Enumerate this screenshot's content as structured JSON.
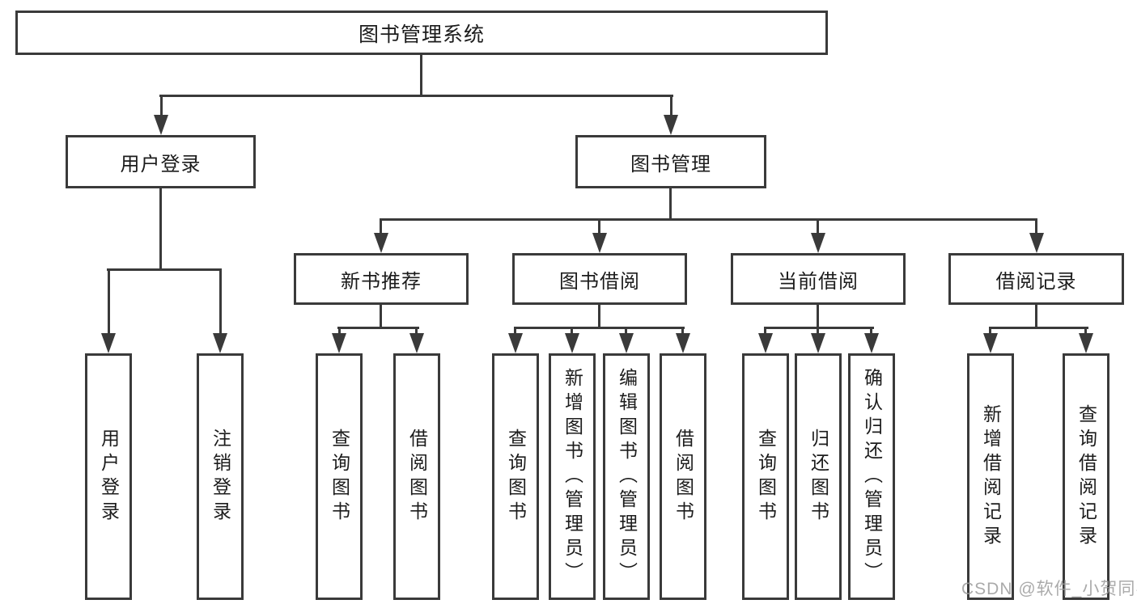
{
  "diagram_title": "图书管理系统",
  "watermark": "CSDN @软件_小贺同学",
  "colors": {
    "line": "#3a3a3a",
    "text": "#1c1c1c",
    "watermark": "#9c9c9c",
    "bg": "#ffffff"
  },
  "tree": {
    "root": {
      "label": "图书管理系统"
    },
    "branches": [
      {
        "label": "用户登录",
        "children": [
          {
            "label": "用户登录"
          },
          {
            "label": "注销登录"
          }
        ]
      },
      {
        "label": "图书管理",
        "children": [
          {
            "label": "新书推荐",
            "children": [
              {
                "label": "查询图书"
              },
              {
                "label": "借阅图书"
              }
            ]
          },
          {
            "label": "图书借阅",
            "children": [
              {
                "label": "查询图书"
              },
              {
                "label": "新增图书（管理员）"
              },
              {
                "label": "编辑图书（管理员）"
              },
              {
                "label": "借阅图书"
              }
            ]
          },
          {
            "label": "当前借阅",
            "children": [
              {
                "label": "查询图书"
              },
              {
                "label": "归还图书"
              },
              {
                "label": "确认归还（管理员）"
              }
            ]
          },
          {
            "label": "借阅记录",
            "children": [
              {
                "label": "新增借阅记录"
              },
              {
                "label": "查询借阅记录"
              }
            ]
          }
        ]
      }
    ]
  }
}
